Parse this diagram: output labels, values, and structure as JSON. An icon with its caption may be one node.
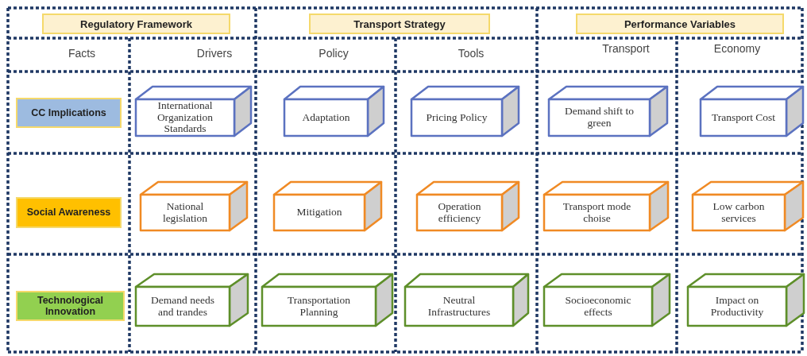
{
  "diagram": {
    "nodes": [
      {
        "text": [
          "Regulatory Framework"
        ]
      },
      {
        "text": [
          "Transport Strategy"
        ]
      },
      {
        "text": [
          "Performance Variables"
        ]
      },
      {
        "text": [
          "CC Implications"
        ]
      },
      {
        "text": [
          "International Organization Standards"
        ]
      },
      {
        "text": [
          "Adaptation"
        ]
      },
      {
        "text": [
          "Pricing Policy"
        ]
      },
      {
        "text": [
          "Demand shift to green"
        ]
      },
      {
        "text": [
          "Transport Cost"
        ]
      },
      {
        "text": [
          "Social Awareness"
        ]
      },
      {
        "text": [
          "National legislation"
        ]
      },
      {
        "text": [
          "Mitigation"
        ]
      },
      {
        "text": [
          "Operation efficiency"
        ]
      },
      {
        "text": [
          "Transport mode choise"
        ]
      },
      {
        "text": [
          "Low carbon services"
        ]
      },
      {
        "text": [
          "Technological Innovation"
        ]
      },
      {
        "text": [
          "Demand needs and trandes"
        ]
      },
      {
        "text": [
          "Transportation Planning"
        ]
      },
      {
        "text": [
          "Neutral Infrastructures"
        ]
      },
      {
        "text": [
          "Socioeconomic effects"
        ]
      },
      {
        "text": [
          "Impact on Productivity"
        ]
      }
    ],
    "edges": [],
    "labels": [
      "Facts",
      "Drivers",
      "Policy",
      "Tools",
      "Transport",
      "Economy"
    ]
  }
}
